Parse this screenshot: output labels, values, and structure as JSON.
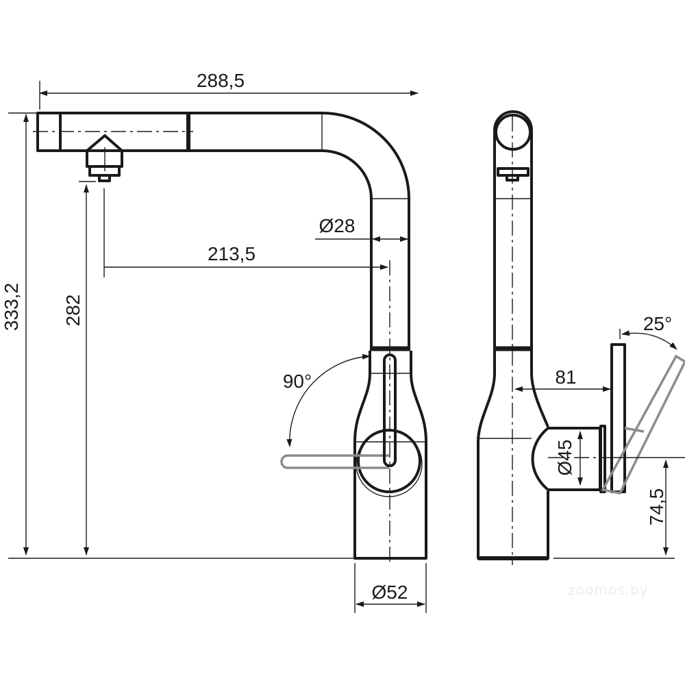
{
  "drawing": {
    "title": "Kitchen faucet dimension drawing",
    "dimensions": {
      "overall_reach": "288,5",
      "overall_height": "333,2",
      "spout_height": "282",
      "spout_reach": "213,5",
      "tube_diameter": "Ø28",
      "base_diameter": "Ø52",
      "handle_rotation": "90°",
      "handle_tilt": "25°",
      "handle_offset": "81",
      "cartridge_diameter": "Ø45",
      "handle_height": "74,5"
    },
    "watermark": "zoomos.by",
    "colors": {
      "line": "#1a1a1a",
      "alt_position": "#8c8c8c"
    }
  }
}
